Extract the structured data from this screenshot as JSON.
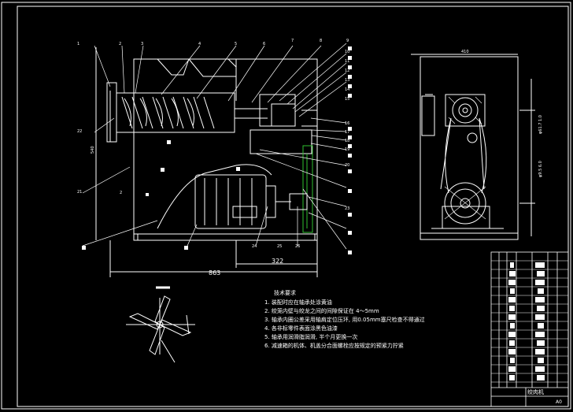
{
  "dimensions": {
    "overall_length": "863",
    "motor_offset": "322",
    "side_height": "540",
    "top_width": "410",
    "right_dim_upper": "φ61.7 1.0",
    "right_dim_lower": "φ9.5 6.0",
    "small_dim": "2"
  },
  "part_numbers": [
    "1",
    "2",
    "3",
    "4",
    "5",
    "6",
    "7",
    "8",
    "9",
    "10",
    "11",
    "12",
    "13",
    "14",
    "15",
    "16",
    "17",
    "18",
    "19",
    "20",
    "21",
    "22",
    "23",
    "24",
    "25",
    "26"
  ],
  "notes": {
    "title": "技术要求",
    "items": [
      "1. 装配时应在轴承处涂黄油",
      "2. 绞笼内壁与绞龙之间的间隙保证在 4～5mm",
      "3. 轴承内圈公差采用轴肩定位压环, 用0.05mm塞尺检查不得通过",
      "4. 各非标零件表面涂黑色油漆",
      "5. 轴承用润滑脂润滑, 半个月更换一次",
      "6. 减速箱的机体、机盖分合面螺栓应按规定的预紧力拧紧"
    ]
  },
  "title_block": {
    "name": "绞肉机",
    "sheet_size": "A0"
  },
  "colors": {
    "background": "#000000",
    "line": "#ffffff",
    "belt": "#2fbf2f",
    "frame": "#ffffff"
  }
}
